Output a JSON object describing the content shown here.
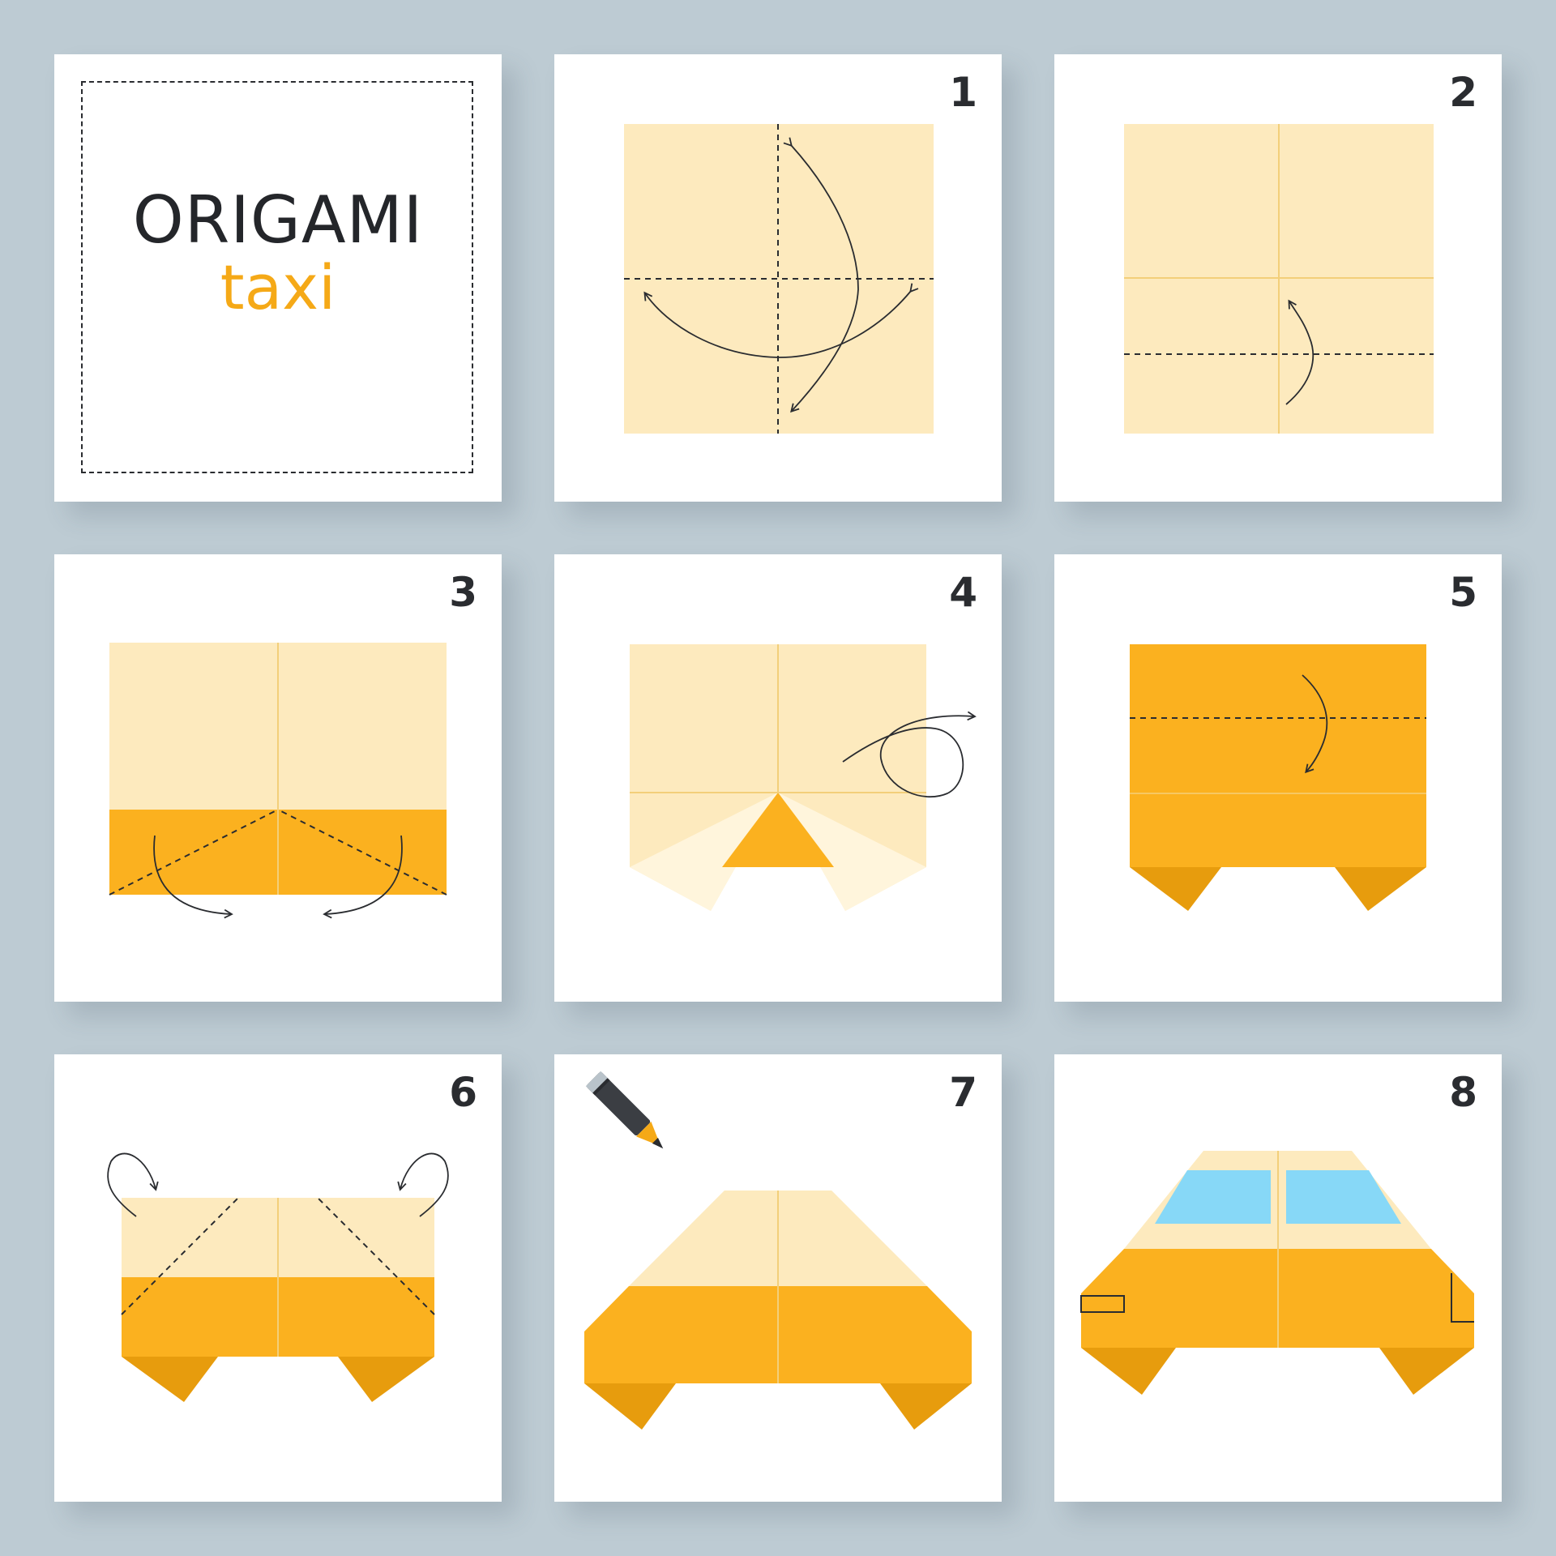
{
  "title": {
    "main": "ORIGAMI",
    "sub": "taxi"
  },
  "colors": {
    "background": "#bdcbd3",
    "card": "#ffffff",
    "paper_light": "#fdeabe",
    "paper_orange": "#fbb11f",
    "paper_dark": "#e79c0d",
    "window_blue": "#87d8f7",
    "ink": "#2a2c30"
  },
  "steps": [
    {
      "number": "1",
      "icon": "fold-diagonal-arrows-icon"
    },
    {
      "number": "2",
      "icon": "fold-up-arrow-icon"
    },
    {
      "number": "3",
      "icon": "fold-corners-arrows-icon"
    },
    {
      "number": "4",
      "icon": "flip-over-icon"
    },
    {
      "number": "5",
      "icon": "fold-down-arrow-icon"
    },
    {
      "number": "6",
      "icon": "fold-top-corners-icon"
    },
    {
      "number": "7",
      "icon": "pencil-icon"
    },
    {
      "number": "8",
      "icon": "finished-taxi-icon"
    }
  ]
}
